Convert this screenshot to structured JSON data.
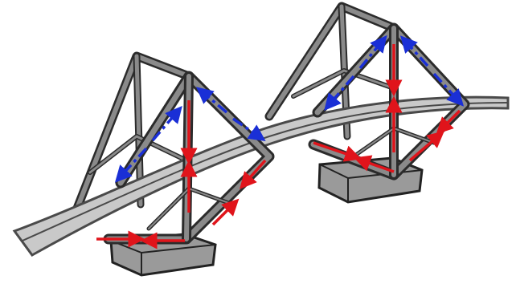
{
  "diagram": {
    "subject": "bridge-truss-force-diagram",
    "colors": {
      "background": "#ffffff",
      "steel": "#8a8a8a",
      "steel_dark": "#2b2b2b",
      "deck": "#c9c9c9",
      "deck_edge": "#4a4a4a",
      "pier": "#9a9a9a",
      "compression": "#e0141b",
      "tension": "#1a2fd6"
    },
    "legend_semantics": {
      "red_arrows": "compression",
      "blue_arrows": "tension"
    }
  }
}
